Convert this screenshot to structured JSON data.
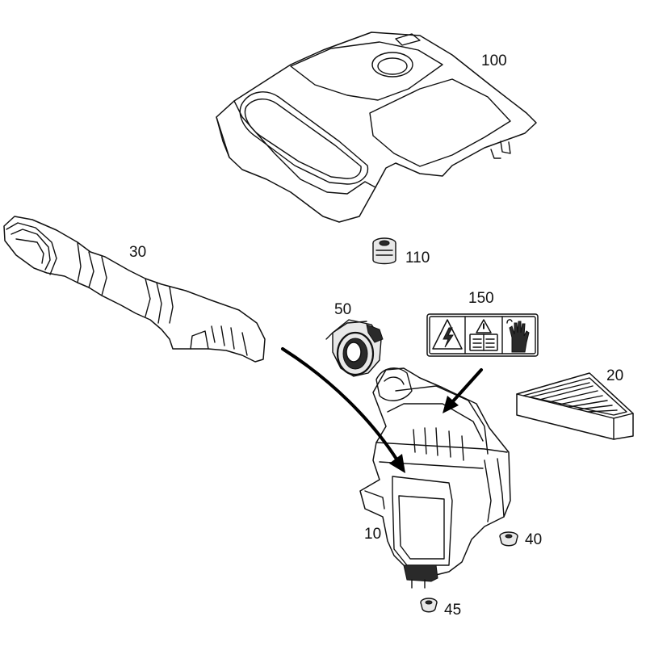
{
  "callouts": {
    "part_100": "100",
    "part_110": "110",
    "part_30": "30",
    "part_150": "150",
    "part_50": "50",
    "part_20": "20",
    "part_10": "10",
    "part_40": "40",
    "part_45": "45"
  },
  "colors": {
    "line": "#101010",
    "background": "#ffffff",
    "shade": "#e8e8e8"
  }
}
